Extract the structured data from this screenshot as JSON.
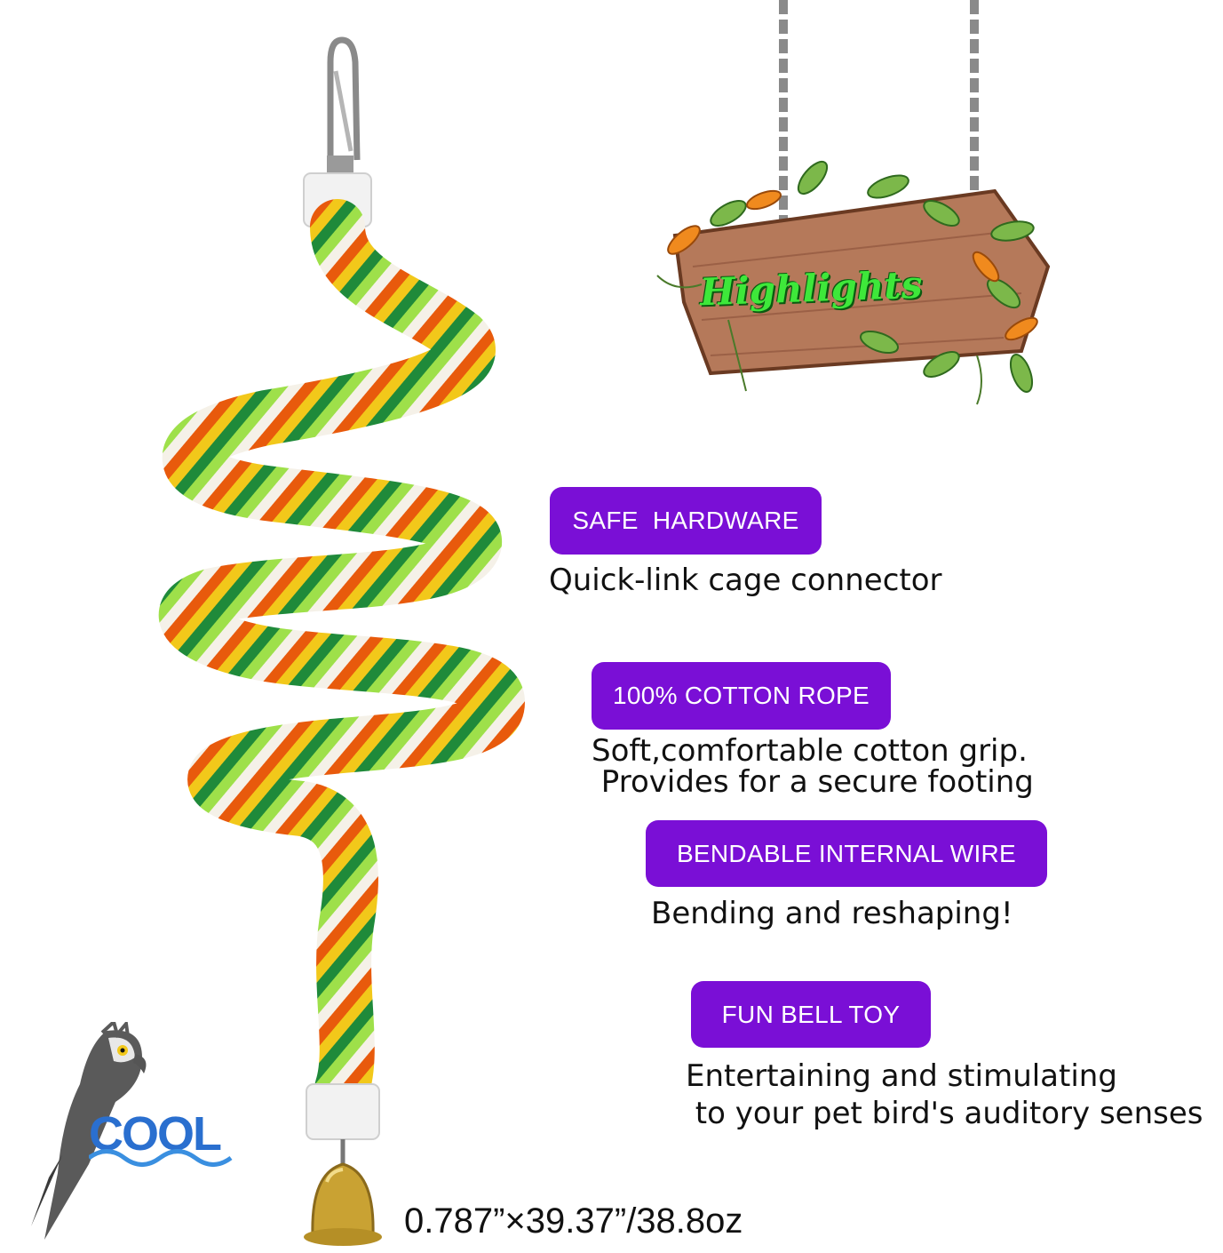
{
  "sign": {
    "title": "Highlights"
  },
  "features": [
    {
      "badge": "SAFE  HARDWARE",
      "desc_lines": [
        "Quick-link cage connector"
      ]
    },
    {
      "badge": "100% COTTON ROPE",
      "desc_lines": [
        "Soft,comfortable cotton grip.",
        " Provides for a secure footing"
      ]
    },
    {
      "badge": "BENDABLE INTERNAL WIRE",
      "desc_lines": [
        "Bending and reshaping!"
      ]
    },
    {
      "badge": "FUN BELL TOY",
      "desc_lines": [
        "Entertaining and stimulating",
        " to your pet bird's auditory senses"
      ]
    }
  ],
  "dimensions": "0.787”×39.37”/38.8oz",
  "logo": {
    "text": "COOL"
  },
  "colors": {
    "badge": "#7a0fd6",
    "rope": [
      "#e85a0c",
      "#f2c81a",
      "#1f8a3a",
      "#9ee04a",
      "#f5f1e8"
    ],
    "sign_text": "#3ee83a"
  },
  "icons": [
    "parrot-logo-icon",
    "snap-hook-icon",
    "bell-icon",
    "chain-icon",
    "leaf-icon"
  ]
}
